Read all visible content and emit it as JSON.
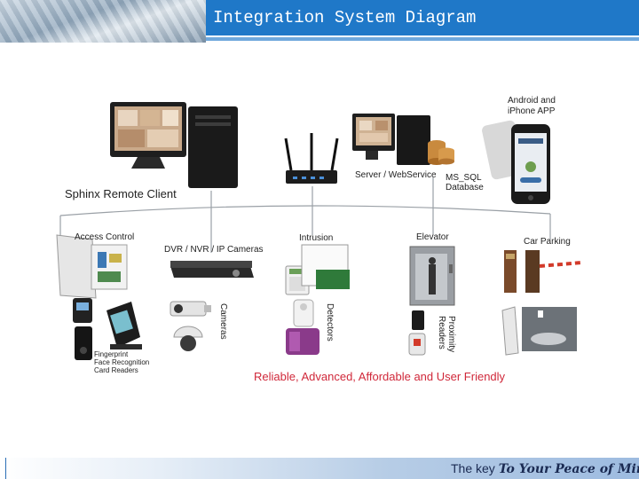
{
  "header": {
    "title": "Integration System Diagram"
  },
  "diagram": {
    "labels": {
      "remote_client": "Sphinx Remote Client",
      "server": "Server / WebService",
      "database": "MS_SQL\nDatabase",
      "mobile": "Android and\niPhone APP",
      "access_control": "Access Control",
      "dvr": "DVR / NVR / IP Cameras",
      "intrusion": "Intrusion",
      "elevator": "Elevator",
      "car_parking": "Car Parking",
      "cameras": "Cameras",
      "detectors": "Detectors",
      "proximity": "Proximity\nReaders",
      "readers": "Fingerprint\nFace Recognition\nCard Readers"
    },
    "tagline": "Reliable, Advanced, Affordable and User Friendly",
    "colors": {
      "tagline": "#d0283a",
      "header": "#1f78c8"
    }
  },
  "footer": {
    "text_prefix": "The key ",
    "text_italic": "To Your Peace of Mind..."
  }
}
